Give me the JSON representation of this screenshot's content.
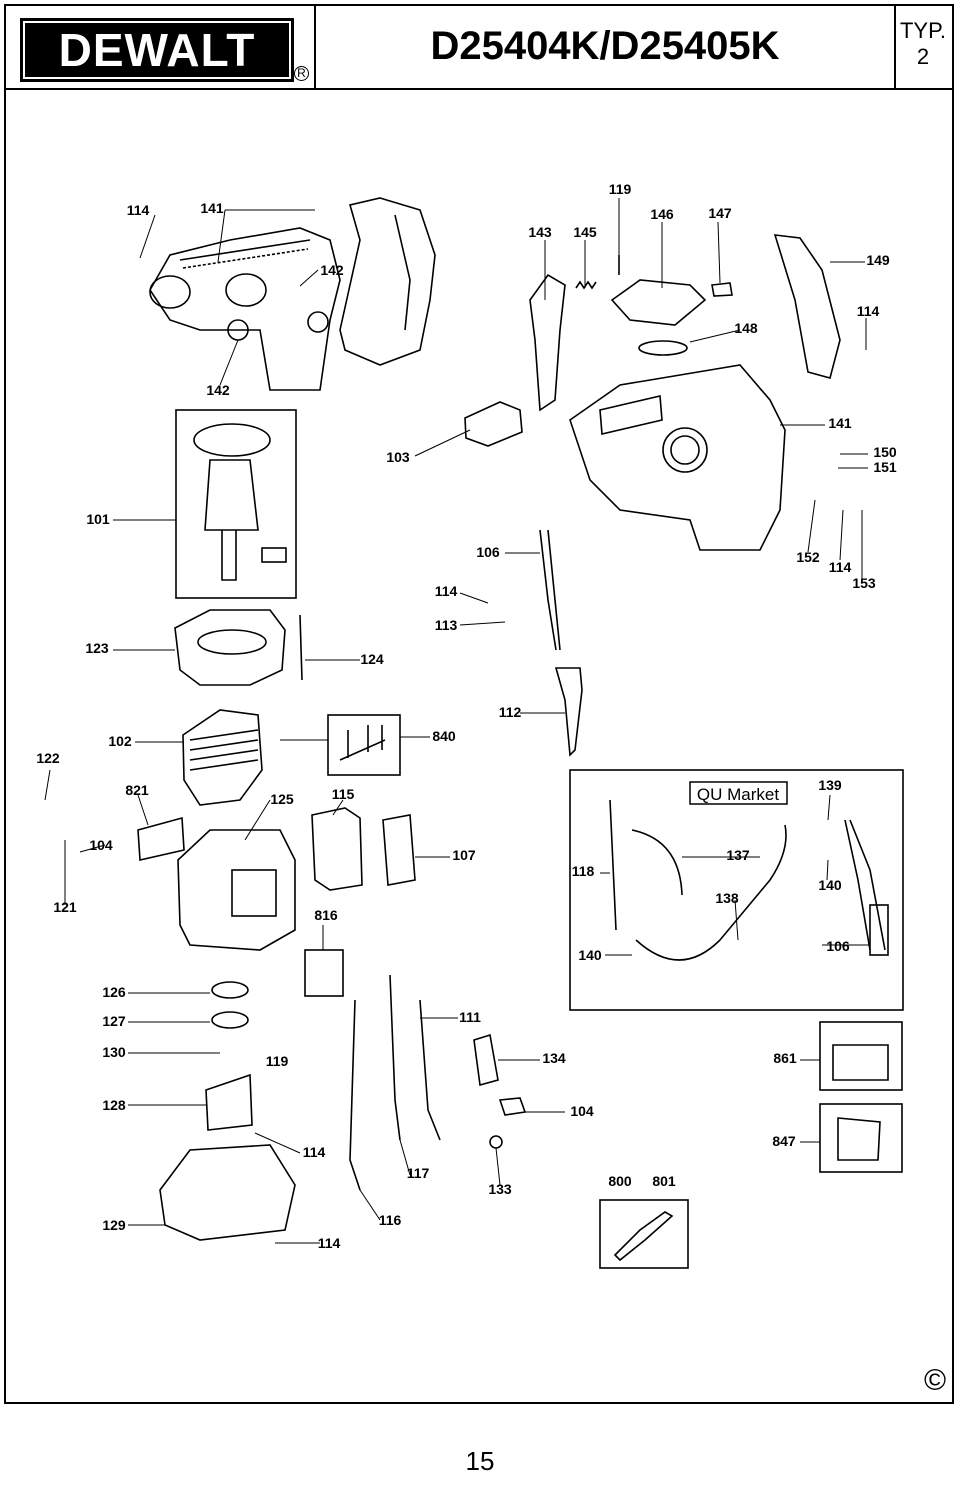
{
  "header": {
    "brand": "DEWALT",
    "registered_mark": "R",
    "model": "D25404K/D25405K",
    "type_label": "TYP.",
    "type_number": "2"
  },
  "parts": [
    {
      "num": "114",
      "id": "p114a"
    },
    {
      "num": "141",
      "id": "p141a"
    },
    {
      "num": "142",
      "id": "p142a"
    },
    {
      "num": "142",
      "id": "p142b"
    },
    {
      "num": "143"
    },
    {
      "num": "145"
    },
    {
      "num": "119"
    },
    {
      "num": "146"
    },
    {
      "num": "147"
    },
    {
      "num": "149"
    },
    {
      "num": "148"
    },
    {
      "num": "114"
    },
    {
      "num": "141"
    },
    {
      "num": "103"
    },
    {
      "num": "101"
    },
    {
      "num": "150"
    },
    {
      "num": "151"
    },
    {
      "num": "106"
    },
    {
      "num": "152"
    },
    {
      "num": "114"
    },
    {
      "num": "153"
    },
    {
      "num": "114"
    },
    {
      "num": "113"
    },
    {
      "num": "123"
    },
    {
      "num": "124"
    },
    {
      "num": "112"
    },
    {
      "num": "122"
    },
    {
      "num": "102"
    },
    {
      "num": "840"
    },
    {
      "num": "821"
    },
    {
      "num": "125"
    },
    {
      "num": "115"
    },
    {
      "num": "139"
    },
    {
      "num": "104"
    },
    {
      "num": "107"
    },
    {
      "num": "137"
    },
    {
      "num": "118"
    },
    {
      "num": "121"
    },
    {
      "num": "816"
    },
    {
      "num": "138"
    },
    {
      "num": "140"
    },
    {
      "num": "140"
    },
    {
      "num": "106"
    },
    {
      "num": "126"
    },
    {
      "num": "127"
    },
    {
      "num": "111"
    },
    {
      "num": "130"
    },
    {
      "num": "119"
    },
    {
      "num": "134"
    },
    {
      "num": "861"
    },
    {
      "num": "128"
    },
    {
      "num": "104"
    },
    {
      "num": "847"
    },
    {
      "num": "114"
    },
    {
      "num": "117"
    },
    {
      "num": "133"
    },
    {
      "num": "800"
    },
    {
      "num": "801"
    },
    {
      "num": "129"
    },
    {
      "num": "116"
    },
    {
      "num": "114"
    }
  ],
  "watermark": "QU Market",
  "copyright_symbol": "©",
  "page_number": "15"
}
